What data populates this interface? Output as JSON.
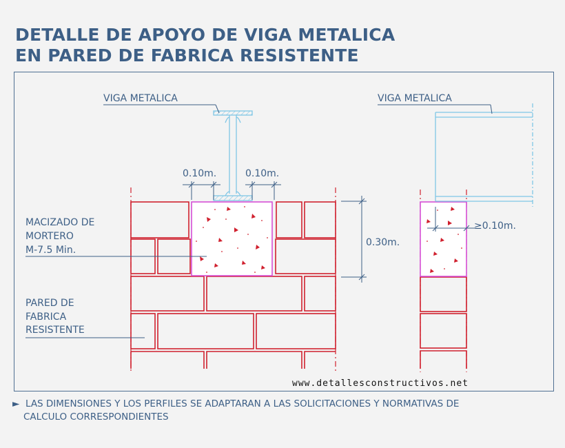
{
  "title": {
    "line1": "DETALLE DE  APOYO DE VIGA METALICA",
    "line2": "EN PARED DE FABRICA RESISTENTE"
  },
  "labels": {
    "beam_left": "VIGA METALICA",
    "beam_right": "VIGA METALICA",
    "mortar": [
      "MACIZADO DE",
      "MORTERO",
      "M-7.5 Min."
    ],
    "wall": [
      "PARED DE",
      "FABRICA",
      "RESISTENTE"
    ]
  },
  "dimensions": {
    "left_offset": "0.10m.",
    "right_offset": "0.10m.",
    "height": "0.30m.",
    "side": "≥0.10m."
  },
  "website": "www.detallesconstructivos.net",
  "note": {
    "bullet": "►",
    "line1": "LAS DIMENSIONES Y LOS PERFILES SE ADAPTARAN A LAS SOLICITACIONES Y NORMATIVAS DE",
    "line2": "CALCULO CORRESPONDIENTES"
  },
  "colors": {
    "brick": "#d0202e",
    "steel": "#7fc6e6",
    "mortar_outline": "#d64fd6",
    "text": "#3d5f86"
  }
}
